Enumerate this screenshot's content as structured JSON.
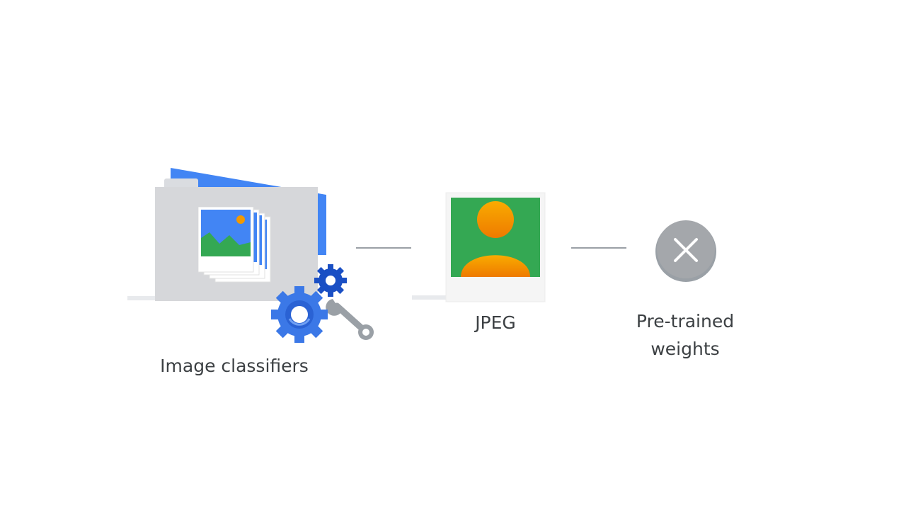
{
  "nodes": {
    "image_classifiers": {
      "label": "Image classifiers",
      "icons": [
        "folder-icon",
        "photo-stack-icon",
        "gears-icon",
        "wrench-icon"
      ]
    },
    "jpeg": {
      "label": "JPEG",
      "icons": [
        "portrait-photo-icon"
      ]
    },
    "pretrained_weights": {
      "label_line1": "Pre-trained",
      "label_line2": "weights",
      "icons": [
        "close-circle-icon"
      ]
    }
  },
  "colors": {
    "blue": "#3b78e7",
    "dark_blue": "#1a4fc4",
    "green": "#34a853",
    "orange": "#f29900",
    "grey_folder": "#d6d7da",
    "grey_circle": "#9aa0a6",
    "connector": "#9aa0a6",
    "text": "#3c4043"
  }
}
